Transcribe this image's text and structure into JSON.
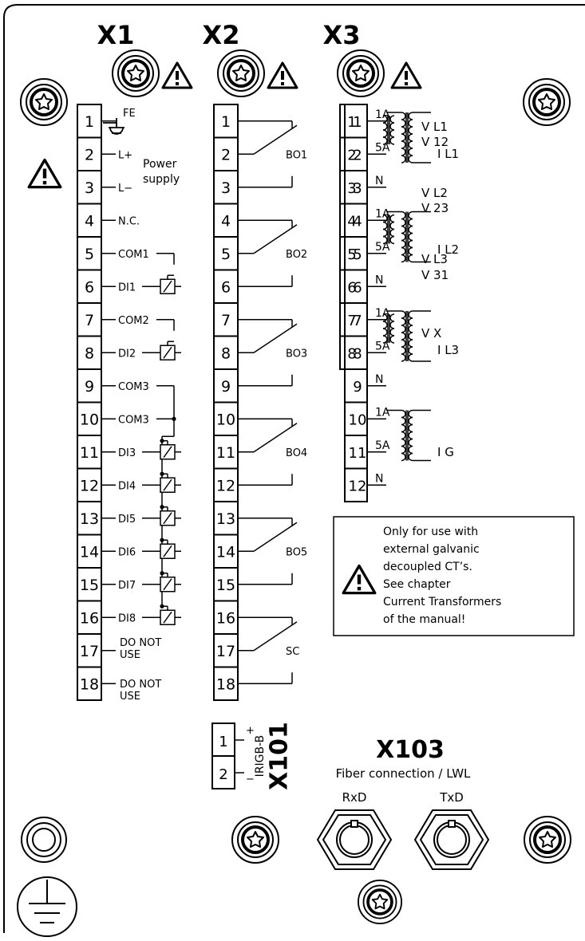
{
  "headers": {
    "x1": "X1",
    "x2": "X2",
    "x3": "X3",
    "x101": "X101",
    "x103": "X103"
  },
  "x1": {
    "nums": [
      "1",
      "2",
      "3",
      "4",
      "5",
      "6",
      "7",
      "8",
      "9",
      "10",
      "11",
      "12",
      "13",
      "14",
      "15",
      "16",
      "17",
      "18"
    ],
    "labels": [
      "",
      "L+",
      "L−",
      "N.C.",
      "COM1",
      "DI1",
      "COM2",
      "DI2",
      "COM3",
      "COM3",
      "DI3",
      "DI4",
      "DI5",
      "DI6",
      "DI7",
      "DI8",
      "",
      ""
    ],
    "fe": "FE",
    "power": "Power",
    "supply": "supply",
    "do_not": "DO NOT",
    "use": "USE"
  },
  "x2": {
    "nums": [
      "1",
      "2",
      "3",
      "4",
      "5",
      "6",
      "7",
      "8",
      "9",
      "10",
      "11",
      "12",
      "13",
      "14",
      "15",
      "16",
      "17",
      "18"
    ],
    "relays": [
      "BO1",
      "BO2",
      "BO3",
      "BO4",
      "BO5",
      "SC"
    ]
  },
  "x3": {
    "nums_a": [
      "1",
      "2",
      "3",
      "4",
      "5",
      "6",
      "7",
      "8"
    ],
    "nums_b": [
      "1",
      "2",
      "3",
      "4",
      "5",
      "6",
      "7",
      "8",
      "9",
      "10",
      "11",
      "12"
    ],
    "taps": [
      "1A",
      "5A",
      "N",
      "1A",
      "5A",
      "N",
      "1A",
      "5A",
      "N",
      "1A",
      "5A",
      "N"
    ],
    "signals": [
      "V L1",
      "V 12",
      "I L1",
      "V L2",
      "V 23",
      "I L2",
      "V L3",
      "V 31",
      "V X",
      "I L3",
      "I G"
    ]
  },
  "x101": {
    "nums": [
      "1",
      "2"
    ],
    "plus": "+",
    "minus": "−",
    "irig": "IRIGB-B"
  },
  "x103": {
    "subtitle": "Fiber connection / LWL",
    "rxd": "RxD",
    "txd": "TxD"
  },
  "note": {
    "lines": [
      "Only for use with",
      "external galvanic",
      "decoupled CT’s.",
      "See chapter",
      "Current Transformers",
      "of the manual!"
    ]
  }
}
